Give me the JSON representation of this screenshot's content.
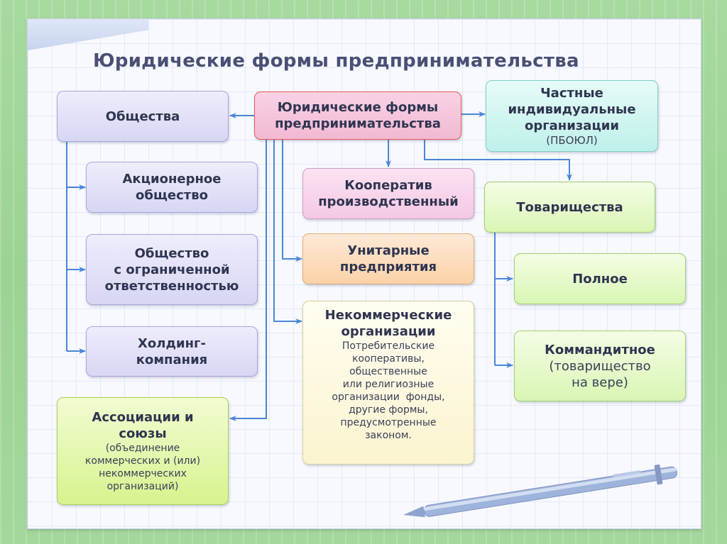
{
  "title": "Юридические формы предпринимательства",
  "root": {
    "line1": "Юридические формы",
    "line2": "предпринимательства"
  },
  "private": {
    "line1": "Частные",
    "line2": "индивидуальные",
    "line3": "организации",
    "note": "(ПБОЮЛ)"
  },
  "societies": {
    "label": "Общества"
  },
  "jsc": {
    "line1": "Акционерное",
    "line2": "общество"
  },
  "llc": {
    "line1": "Общество",
    "line2": "с ограниченной",
    "line3": "ответственностью"
  },
  "holding": {
    "line1": "Холдинг-",
    "line2": "компания"
  },
  "associations": {
    "line1": "Ассоциации и",
    "line2": "союзы",
    "note1": "(объединение",
    "note2": "коммерческих и (или)",
    "note3": "некоммерческих",
    "note4": "организаций)"
  },
  "cooperative": {
    "line1": "Кооператив",
    "line2": "производственный"
  },
  "unitary": {
    "line1": "Унитарные",
    "line2": "предприятия"
  },
  "nonprofit": {
    "line1": "Некоммерческие",
    "line2": "организации",
    "d1": "Потребительские",
    "d2": "кооперативы,",
    "d3": "общественные",
    "d4": "или религиозные",
    "d5": "организации  фонды,",
    "d6": "другие формы,",
    "d7": "предусмотренные",
    "d8": "законом."
  },
  "partnerships": {
    "label": "Товарищества"
  },
  "full": {
    "label": "Полное"
  },
  "limited": {
    "line1": "Коммандитное",
    "note1": "(товарищество",
    "note2": "на вере)"
  },
  "colors": {
    "connector": "#4a86d6",
    "root_border": "#e35a5a",
    "title": "#4a4f74"
  }
}
